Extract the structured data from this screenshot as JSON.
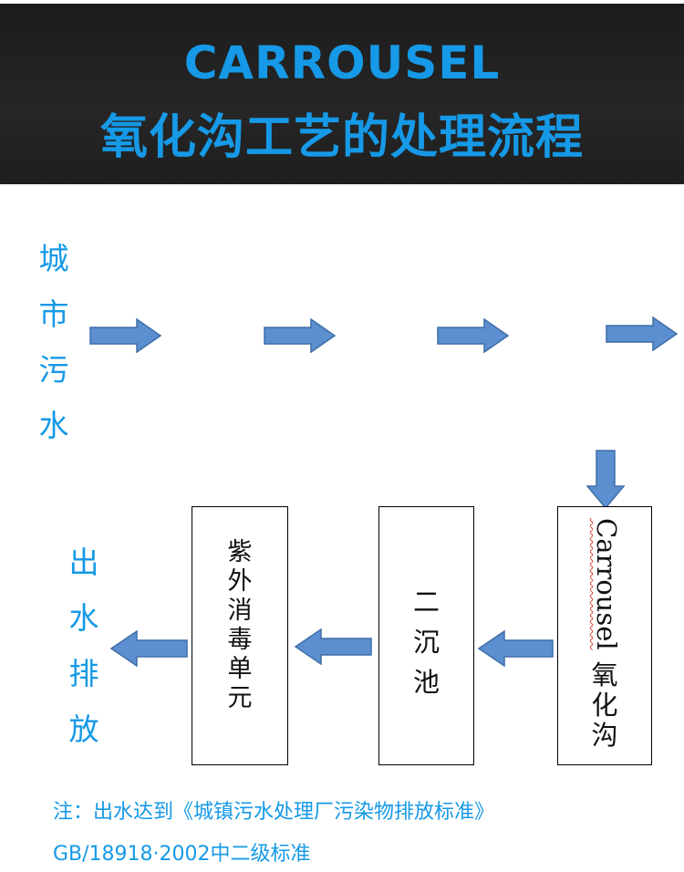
{
  "header": {
    "title_en": "CARROUSEL",
    "title_cn": "氧化沟工艺的处理流程"
  },
  "inflow": {
    "chars": [
      "城",
      "市",
      "污",
      "水"
    ]
  },
  "outflow": {
    "chars": [
      "出",
      "水",
      "排",
      "放"
    ]
  },
  "boxes": {
    "uv": {
      "chars": [
        "紫",
        "外",
        "消",
        "毒",
        "单",
        "元"
      ]
    },
    "clarifier": {
      "chars": [
        "二",
        "沉",
        "池"
      ]
    },
    "carrousel": {
      "label_en": "Carrousel",
      "chars": [
        "氧",
        "化",
        "沟"
      ]
    }
  },
  "note": {
    "line1": "注：出水达到《城镇污水处理厂污染物排放标准》",
    "line2": "GB/18918·2002中二级标准"
  },
  "colors": {
    "accent": "#1699e6",
    "arrow_fill": "#5b8fcf",
    "arrow_stroke": "#3f6ea8",
    "header_bg": "#222222"
  }
}
